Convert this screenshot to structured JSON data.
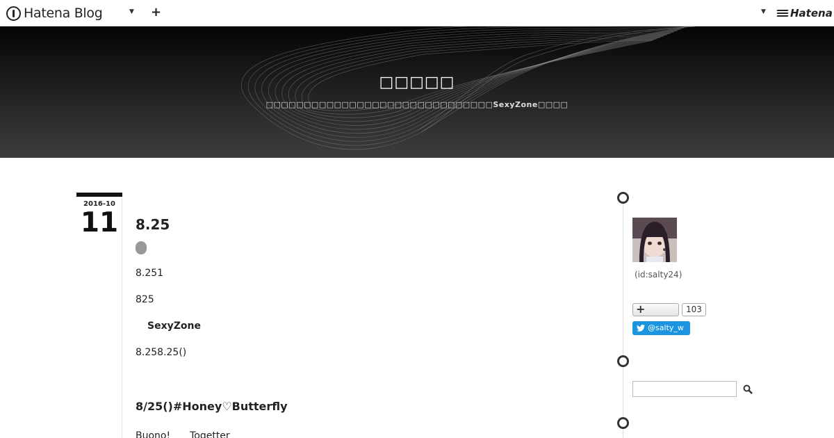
{
  "topbar": {
    "brand": "Hatena Blog",
    "caret_icon": "caret-down-icon",
    "plus_label": "+",
    "hatena_brand": "Hatena"
  },
  "header": {
    "title": "□□□□□",
    "description": "□□□□□□□□□□□□□□□□□□□□□□□□□□□□□□SexyZone□□□□"
  },
  "entry": {
    "date_ym": "2016-10",
    "date_day": "11",
    "title": "8.25",
    "paragraphs": [
      "8.251",
      "825",
      "SexyZone",
      "8.258.25()"
    ],
    "heading": "8/25()#Honey♡Butterfly",
    "last_line": "Buono!　　Togetter"
  },
  "sidebar": {
    "user_id": "(id:salty24)",
    "subscribe_icon": "plus-icon",
    "subscribe_count": "103",
    "twitter_handle": "@salty_w",
    "search_placeholder": "",
    "search_icon": "search-icon"
  },
  "colors": {
    "header_top": "#050505",
    "header_bottom": "#3d3d3d",
    "twitter_blue": "#1b95e0"
  }
}
